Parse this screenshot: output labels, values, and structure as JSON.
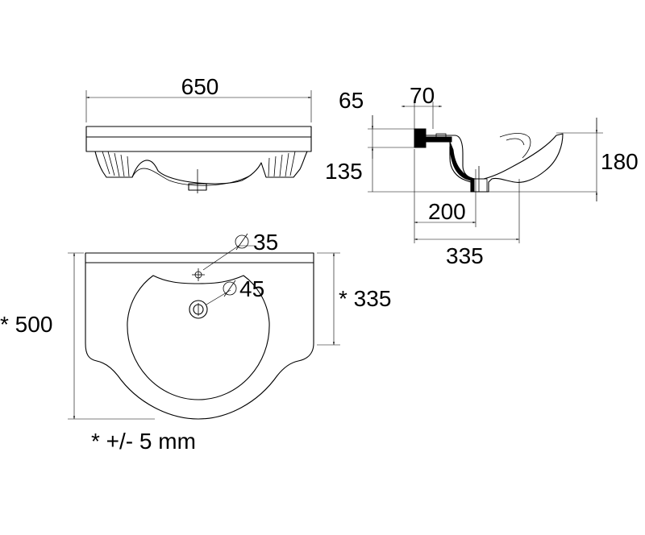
{
  "top_view": {
    "width_label": "650"
  },
  "side_view": {
    "top_thickness_label": "65",
    "mount_depth_label": "70",
    "mount_height_label": "135",
    "total_height_label": "180",
    "drain_offset_label": "200",
    "total_depth_label": "335"
  },
  "plan_view": {
    "hole_small_label": "35",
    "hole_large_label": "45",
    "bowl_depth_label": "* 335",
    "depth_label": "* 500",
    "tolerance_note": "* +/- 5 mm"
  },
  "colors": {
    "line": "#000000",
    "background": "#ffffff"
  }
}
